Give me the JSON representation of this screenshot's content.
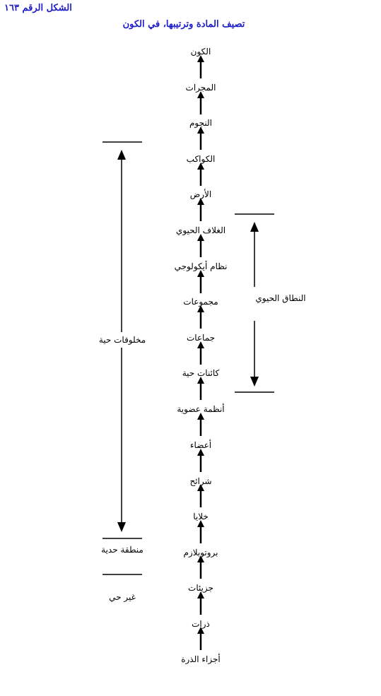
{
  "figure_number": "الشكل الرقم ١٦٣",
  "title": "تصيف المادة وترتيبها، في الكون",
  "levels": [
    "الكون",
    "المجرات",
    "النجوم",
    "الكواكب",
    "الأرض",
    "الغلاف الحيوي",
    "نظام أيكولوجي",
    "مجموعات",
    "جماعات",
    "كائنات حية",
    "أنظمة عضوية",
    "أعضاء",
    "شرائح",
    "خلايا",
    "بروتوبلازم",
    "جزيئات",
    "ذرات",
    "أجزاء الذرة"
  ],
  "left_labels": {
    "living_things": "مخلوقات حية",
    "border_zone": "منطقة حدية",
    "non_living": "غير حي"
  },
  "right_labels": {
    "biotic_range": "النطاق الحيوي"
  },
  "colors": {
    "title": "#1c1cc8",
    "lines": "#000000"
  }
}
